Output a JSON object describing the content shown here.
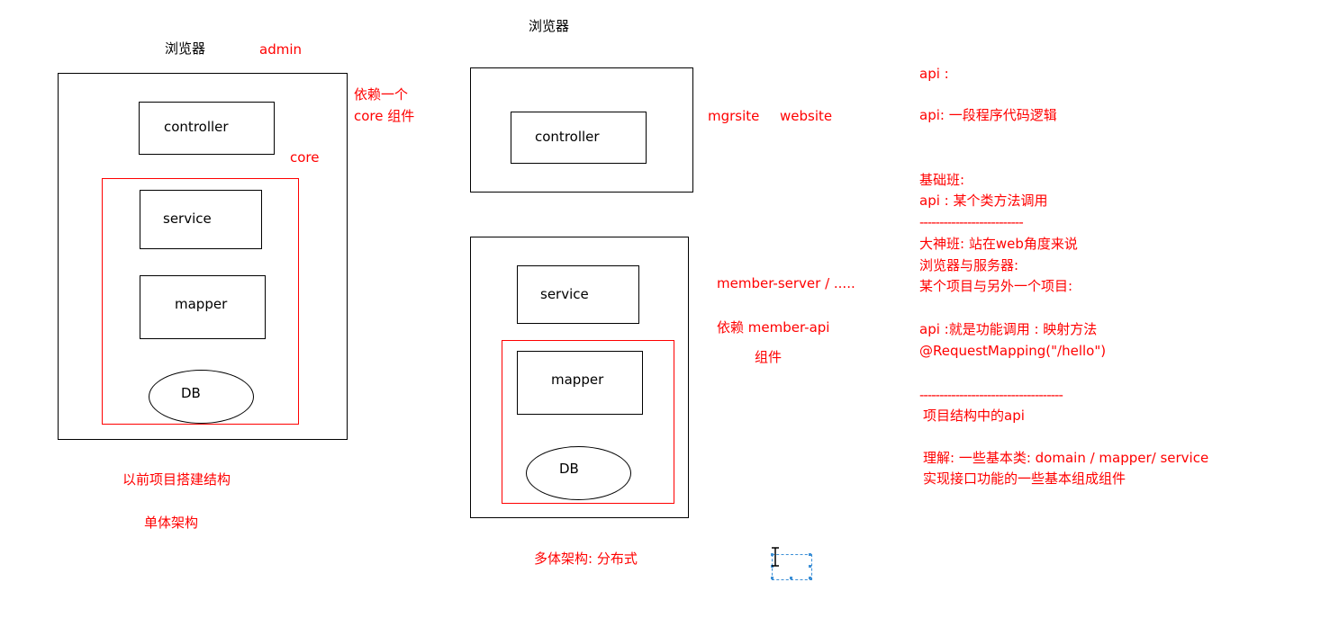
{
  "left_diagram": {
    "browser_label": "浏览器",
    "admin_label": "admin",
    "dependency_label_line1": "依赖一个",
    "dependency_label_line2": "core 组件",
    "core_label": "core",
    "controller_label": "controller",
    "service_label": "service",
    "mapper_label": "mapper",
    "db_label": "DB",
    "caption_1": "以前项目搭建结构",
    "caption_2": "单体架构"
  },
  "middle_diagram": {
    "browser_label": "浏览器",
    "controller_label": "controller",
    "mgrsite_label": "mgrsite",
    "website_label": "website",
    "service_label": "service",
    "mapper_label": "mapper",
    "db_label": "DB",
    "member_server_label": "member-server / .....",
    "depend_label": "依赖  member-api",
    "component_label": "组件",
    "caption": "多体架构: 分布式"
  },
  "notes": {
    "line_01": "api :",
    "line_02": "api: 一段程序代码逻辑",
    "line_03": "基础班:",
    "line_04": "  api : 某个类方法调用",
    "line_05": "--------------------------",
    "line_06": "大神班: 站在web角度来说",
    "line_07": "浏览器与服务器:",
    "line_08": "某个项目与另外一个项目:",
    "line_09": "  api :就是功能调用  : 映射方法",
    "line_10": " @RequestMapping(\"/hello\")",
    "line_11": "------------------------------------",
    "line_12": " 项目结构中的api",
    "line_13": " 理解: 一些基本类:  domain / mapper/ service",
    "line_14": "   实现接口功能的一些基本组成组件"
  },
  "colors": {
    "annotation": "#ff0000",
    "outline": "#000000",
    "selection": "#3c8fd6"
  },
  "icons": {
    "text_cursor": "i-beam-cursor-icon"
  }
}
